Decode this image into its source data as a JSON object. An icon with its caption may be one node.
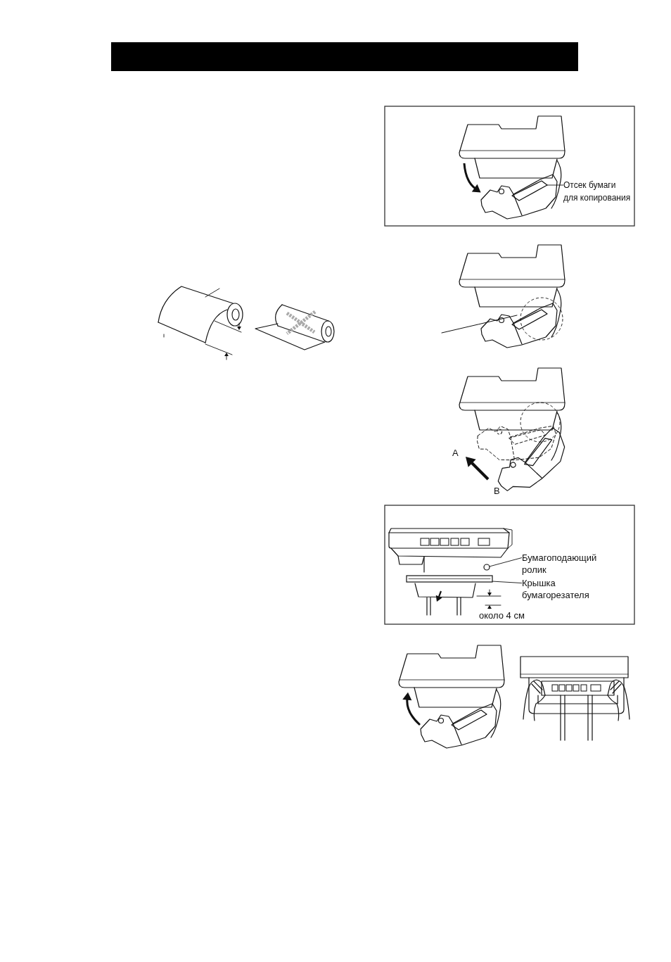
{
  "diagram": {
    "nodes": [
      {
        "text": [
          "Отсек бумаги для копирования"
        ]
      },
      {
        "text": [],
        "shape": "picture"
      },
      {
        "text": [
          "Бумагоподающий ролик"
        ]
      },
      {
        "text": [],
        "shape": "circle"
      },
      {
        "text": [
          "Крышка бумагорезателя"
        ]
      },
      {
        "text": [],
        "shape": "bar"
      }
    ],
    "edges": [
      {
        "from": 0,
        "to": 1,
        "arrow": "none"
      },
      {
        "from": 2,
        "to": 3,
        "arrow": "none"
      },
      {
        "from": 4,
        "to": 5,
        "arrow": "none"
      }
    ],
    "labels": [
      "A",
      "B",
      "около 4 см"
    ]
  }
}
